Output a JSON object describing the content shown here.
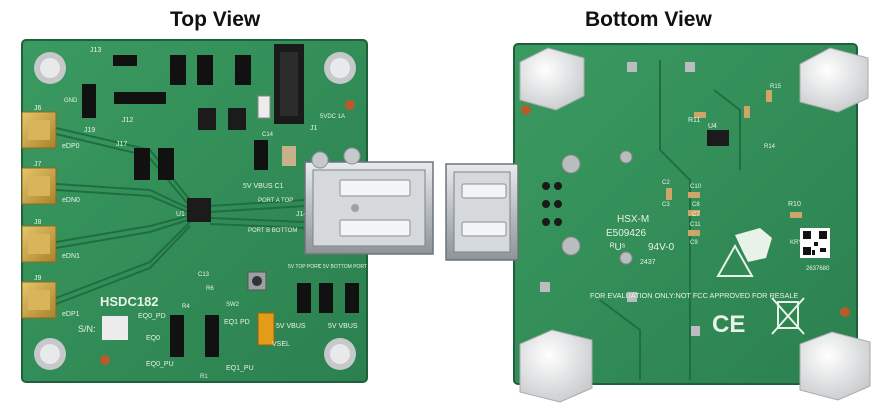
{
  "headings": {
    "top_view": "Top View",
    "bottom_view": "Bottom View"
  },
  "top_board": {
    "part_label": "HSDC182",
    "serial_label": "S/N:",
    "silkscreen": {
      "j6": "J6",
      "j7": "J7",
      "j8": "J8",
      "j9": "J9",
      "edp0": "eDP0",
      "edn0": "eDN0",
      "edn1": "eDN1",
      "edp1": "eDP1",
      "j13": "J13",
      "j19": "J19",
      "j12": "J12",
      "j17": "J17",
      "u1": "U1",
      "j14": "J14",
      "j1": "J1",
      "vdc": "5VDC 1A",
      "vbus_c1": "5V VBUS C1",
      "port_a": "PORT A TOP",
      "port_b": "PORT B BOTTOM",
      "c14": "C14",
      "c13": "C13",
      "sw2": "SW2",
      "eq0_pd": "EQ0_PD",
      "eq0": "EQ0",
      "eq0_pu": "EQ0_PU",
      "eq1_pd": "EQ1 PD",
      "eq1_pu": "EQ1_PU",
      "vsel": "VSEL",
      "vbus1": "5V VBUS",
      "vbus2": "5V VBUS",
      "r1": "R1",
      "r4": "R4",
      "r6": "R6",
      "gnd": "GND",
      "top_port": "5V TOP PORT",
      "bottom_port": "C 5V BOTTOM PORT"
    }
  },
  "bottom_board": {
    "silkscreen": {
      "hsx": "HSX-M",
      "code": "E509426",
      "rating": "94V-0",
      "ul": "ᴿUˢ",
      "eval": "FOR EVALUATION ONLY:NOT FCC APPROVED FOR RESALE",
      "ce": "CE",
      "barcode_number": "2637680",
      "kry": "KRY",
      "r10": "R10",
      "r11": "R11",
      "r14": "R14",
      "r15": "R15",
      "u4": "U4",
      "c2": "C2",
      "c3": "C3",
      "c10": "C10",
      "c11": "C11",
      "c8": "C8",
      "c9": "C9",
      "c7": "C7",
      "date_code": "2437"
    }
  },
  "colors": {
    "pcb": "#2f8a55",
    "pcb_dark": "#237047",
    "gold": "#c9a54a",
    "usb_metal": "#c4c8cc",
    "standoff": "#eeeeee"
  }
}
